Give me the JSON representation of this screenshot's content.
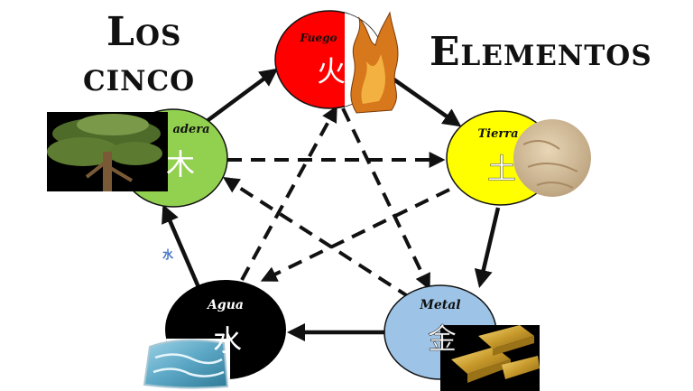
{
  "title": {
    "line1": "Los",
    "line2": "cinco",
    "line3": "Elementos"
  },
  "elements": {
    "fuego": {
      "name": "Fuego",
      "glyph": "火",
      "color": "#ff0000",
      "image": "flame-image"
    },
    "tierra": {
      "name": "Tierra",
      "glyph": "土",
      "color": "#ffff00",
      "image": "sand-image"
    },
    "metal": {
      "name": "Metal",
      "glyph": "金",
      "color": "#9dc3e6",
      "image": "gold-bars-image"
    },
    "agua": {
      "name": "Agua",
      "glyph": "水",
      "color": "#000000",
      "image": "water-image"
    },
    "madera": {
      "name": "Madera",
      "name_visible": "adera",
      "glyph": "木",
      "color": "#92d050",
      "image": "tree-image"
    }
  },
  "stray_glyph": "水",
  "cycles": {
    "generating": [
      "Madera",
      "Fuego",
      "Tierra",
      "Metal",
      "Agua",
      "Madera"
    ],
    "controlling": [
      "Madera",
      "Tierra",
      "Agua",
      "Fuego",
      "Metal",
      "Madera"
    ]
  }
}
